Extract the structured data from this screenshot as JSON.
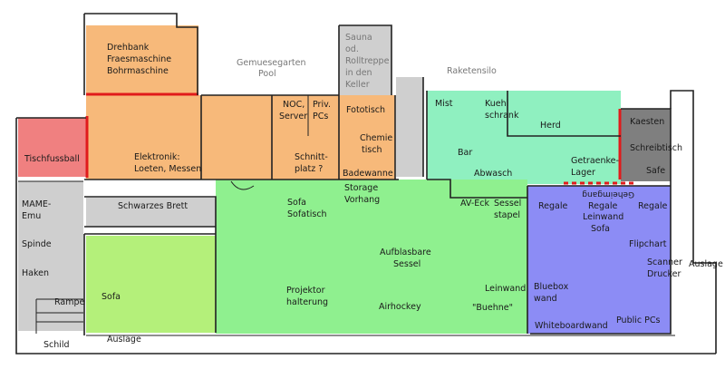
{
  "colors": {
    "workshop": "#f7b97a",
    "tischfussball": "#f08080",
    "grey_room": "#cfcfcf",
    "chemistry_kitchen": "#8ff0c0",
    "lounge": "#8ff08f",
    "sofa_room": "#b4f07a",
    "presentation": "#8c8cf5",
    "storage_dark": "#7f7f7f",
    "red_wall": "#e01b1b",
    "walls": "#222222"
  },
  "rooms": {
    "drehbank": [
      "Drehbank",
      "Fraesmaschine",
      "Bohrmaschine"
    ],
    "elektronik": [
      "Elektronik:",
      "Loeten, Messen"
    ],
    "tischfussball": "Tischfussball",
    "noc": [
      "NOC,",
      "Server"
    ],
    "privpcs": [
      "Priv.",
      "PCs"
    ],
    "schnittplatz": [
      "Schnitt-",
      "platz ?"
    ],
    "fototisch": "Fototisch",
    "chemietisch": [
      "Chemie",
      "tisch"
    ],
    "badewanne": "Badewanne",
    "storage": [
      "Storage",
      "Vorhang"
    ],
    "sauna": [
      "Sauna",
      "od.",
      "Rolltreppe",
      "in den",
      "Keller"
    ],
    "gemuesegarten": [
      "Gemuesegarten",
      "Pool"
    ],
    "raketensilo": "Raketensilo",
    "mist": "Mist",
    "kuehlschrank": [
      "Kuehl",
      "schrank"
    ],
    "herd": "Herd",
    "bar": "Bar",
    "abwasch": "Abwasch",
    "getraenkelager": [
      "Getraenke-",
      "Lager"
    ],
    "kaesten": "Kaesten",
    "schreibtisch": "Schreibtisch",
    "safe": "Safe",
    "geheimgang": "Geheimgang",
    "mame": [
      "MAME-",
      "Emu"
    ],
    "spinde": "Spinde",
    "haken": "Haken",
    "rampe": "Rampe",
    "schild": "Schild",
    "auslage_bottom": "Auslage",
    "auslage_right": "Auslage",
    "schwarzes_brett": "Schwarzes Brett",
    "sofa_left": "Sofa",
    "sofa_main": [
      "Sofa",
      "Sofatisch"
    ],
    "aufblasbare": [
      "Aufblasbare",
      "Sessel"
    ],
    "projektor": [
      "Projektor",
      "halterung"
    ],
    "airhockey": "Airhockey",
    "avEck": "AV-Eck",
    "sesselstapel": [
      "Sessel",
      "stapel"
    ],
    "leinwand_main": "Leinwand",
    "buehne": "\"Buehne\"",
    "regale_left": "Regale",
    "regale_leinwand": [
      "Regale",
      "Leinwand",
      "Sofa"
    ],
    "regale_right": "Regale",
    "flipchart": "Flipchart",
    "scanner": [
      "Scanner",
      "Drucker"
    ],
    "bluebox": [
      "Bluebox",
      "wand"
    ],
    "whiteboardwand": "Whiteboardwand",
    "public_pcs": "Public PCs"
  }
}
